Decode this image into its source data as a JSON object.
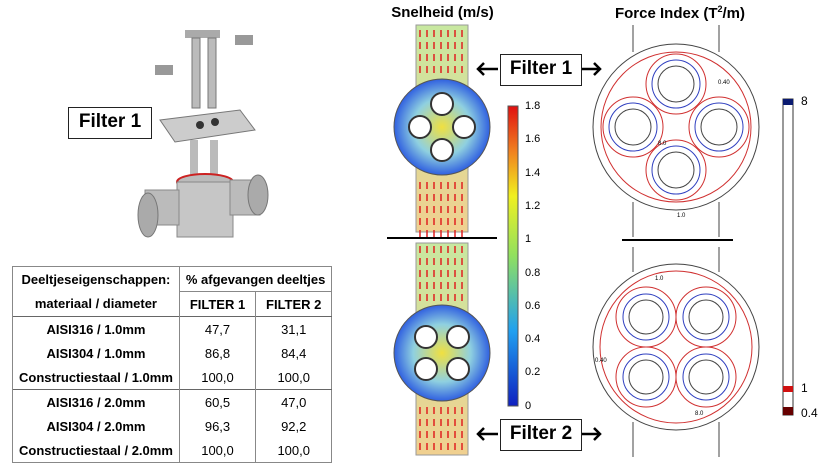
{
  "labels": {
    "filter1_left": "Filter 1",
    "filter1_mid": "Filter 1",
    "filter2_mid": "Filter 2"
  },
  "velocity": {
    "title": "Snelheid (m/s)",
    "colorbar_ticks": [
      "1.8",
      "1.6",
      "1.4",
      "1.2",
      "1",
      "0.8",
      "0.6",
      "0.4",
      "0.2",
      "0"
    ]
  },
  "force": {
    "title_main": "Force Index (T",
    "title_sup": "2",
    "title_end": "/m)",
    "colorbar_ticks": [
      "8",
      "1",
      "0.4"
    ],
    "contour_labels": [
      "0.40",
      "8.0",
      "1.0",
      "1.0",
      "0.40",
      "8.0"
    ]
  },
  "table": {
    "header1": [
      "Deeltjeseigenschappen:",
      "% afgevangen deeltjes"
    ],
    "header2": [
      "materiaal / diameter",
      "FILTER 1",
      "FILTER 2"
    ],
    "rows": [
      [
        "AISI316 / 1.0mm",
        "47,7",
        "31,1"
      ],
      [
        "AISI304 / 1.0mm",
        "86,8",
        "84,4"
      ],
      [
        "Constructiestaal / 1.0mm",
        "100,0",
        "100,0"
      ],
      [
        "AISI316 / 2.0mm",
        "60,5",
        "47,0"
      ],
      [
        "AISI304 / 2.0mm",
        "96,3",
        "92,2"
      ],
      [
        "Constructiestaal / 2.0mm",
        "100,0",
        "100,0"
      ]
    ]
  },
  "colors": {
    "arrow": "#e02020",
    "contour_red": "#d03030",
    "contour_blue": "#3040c0"
  }
}
